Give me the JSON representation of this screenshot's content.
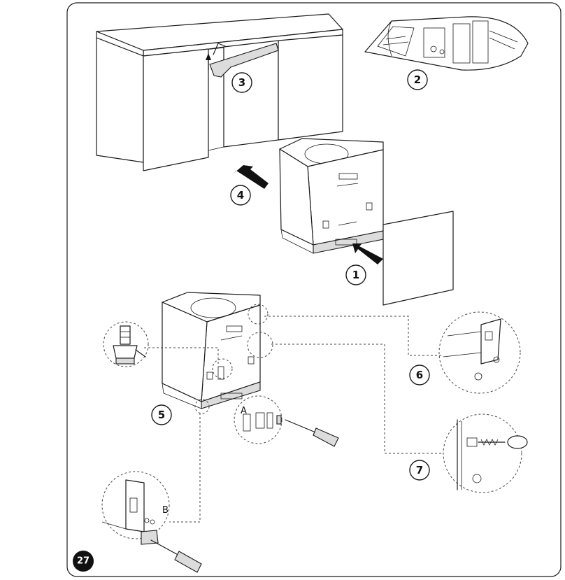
{
  "page_number": "27",
  "steps": [
    {
      "id": "1",
      "label": "1"
    },
    {
      "id": "2",
      "label": "2"
    },
    {
      "id": "3",
      "label": "3"
    },
    {
      "id": "4",
      "label": "4"
    },
    {
      "id": "5",
      "label": "5"
    },
    {
      "id": "6",
      "label": "6"
    },
    {
      "id": "7",
      "label": "7"
    }
  ],
  "detail_labels": {
    "a": "A",
    "b": "B"
  }
}
